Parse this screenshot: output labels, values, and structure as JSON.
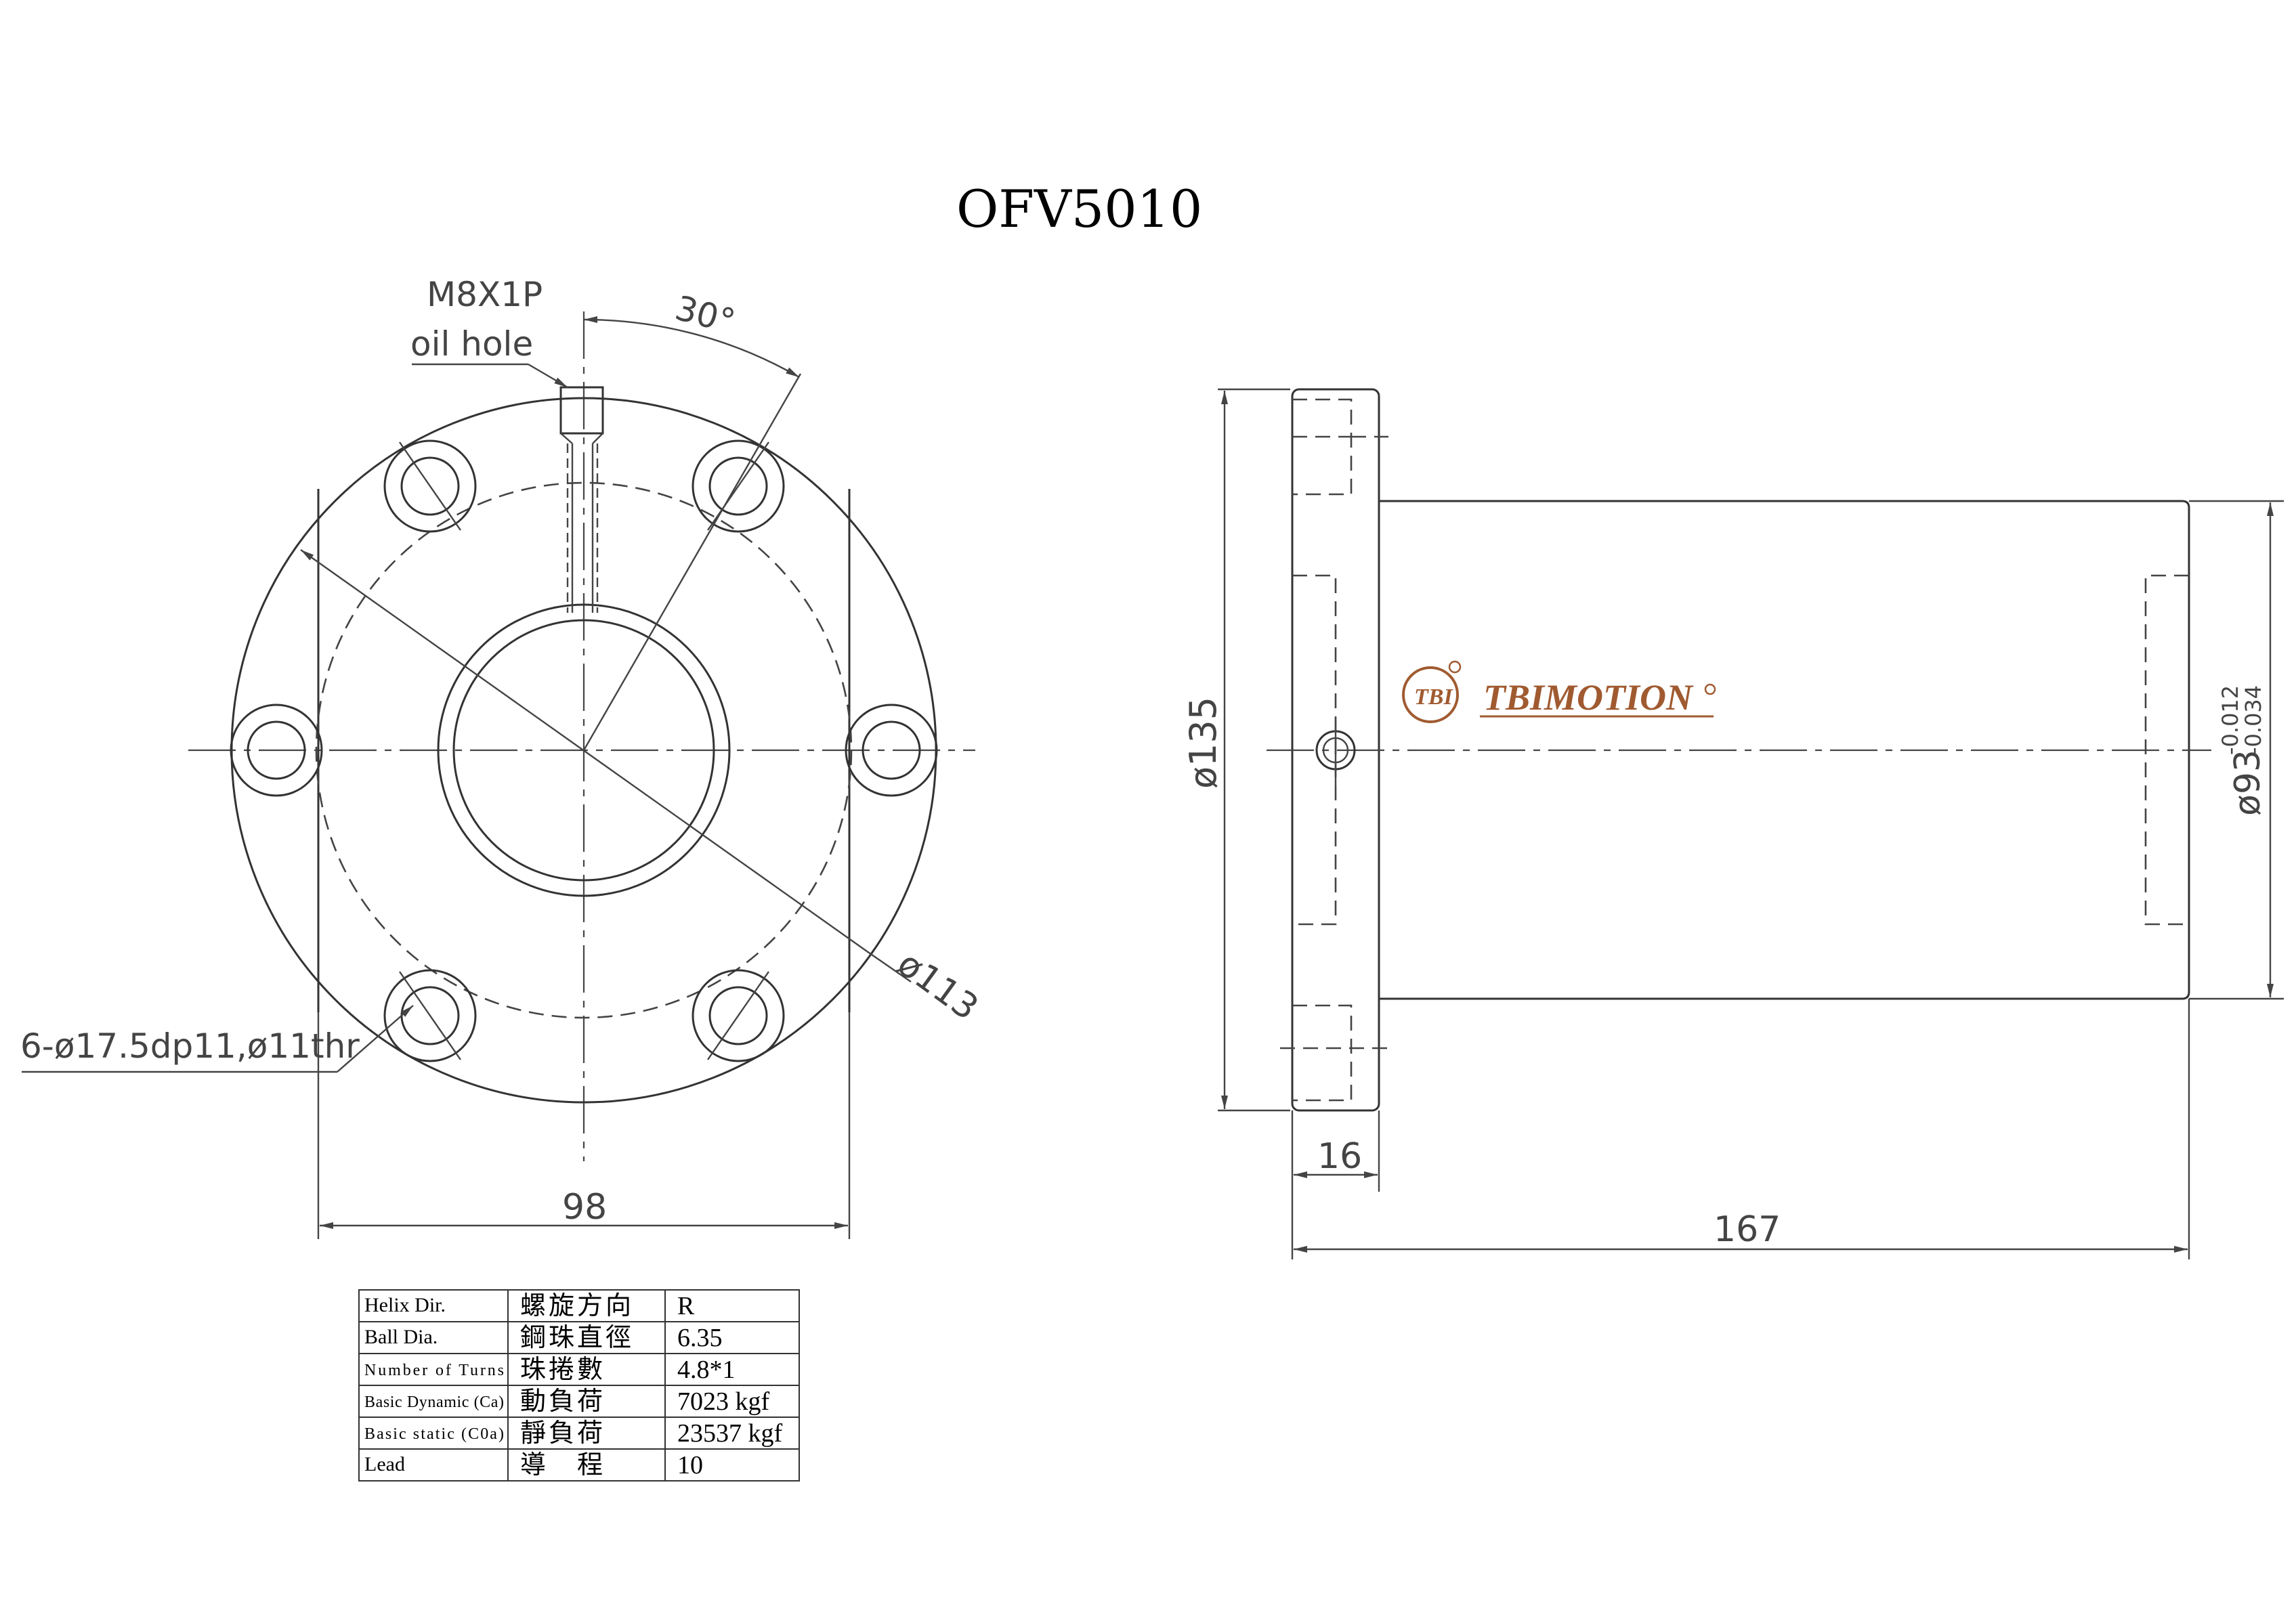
{
  "title": "OFV5010",
  "front_view": {
    "oil_hole_thread": "M8X1P",
    "oil_hole_label": "oil hole",
    "angle_label": "30°",
    "pcd_label": "ø113",
    "holes_label": "6-ø17.5dp11,ø11thr",
    "width_label": "98"
  },
  "side_view": {
    "flange_dia_label": "ø135",
    "body_dia_label": "ø93",
    "tol_upper": "-0.012",
    "tol_lower": "-0.034",
    "flange_thk_label": "16",
    "length_label": "167",
    "logo_badge": "TBI",
    "brand": "TBIMOTION",
    "brand_color": "#a05a30"
  },
  "spec_table": {
    "rows": [
      {
        "en": "Helix  Dir.",
        "zh": "螺旋方向",
        "value": "R"
      },
      {
        "en": "Ball Dia.",
        "zh": "鋼珠直徑",
        "value": "6.35"
      },
      {
        "en": "Number of Turns",
        "zh": "珠捲數",
        "value": "4.8*1"
      },
      {
        "en": "Basic Dynamic (Ca)",
        "zh": "動負荷",
        "value": "7023 kgf"
      },
      {
        "en": "Basic static (C0a)",
        "zh": "靜負荷",
        "value": "23537 kgf"
      },
      {
        "en": "Lead",
        "zh": "導　程",
        "value": "10"
      }
    ]
  }
}
